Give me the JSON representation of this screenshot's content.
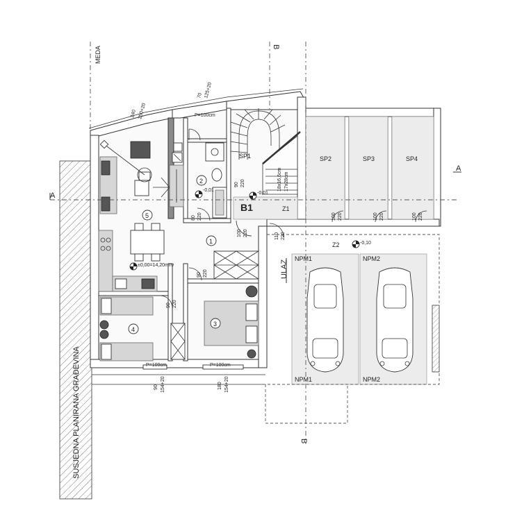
{
  "labels": {
    "meda": "MEDA",
    "section_a": "A",
    "section_b": "B",
    "sp1": "SP1",
    "sp2": "SP2",
    "sp3": "SP3",
    "sp4": "SP4",
    "b1": "B1",
    "z1": "Z1",
    "z2": "Z2",
    "ulaz": "ULAZ",
    "npm1": "NPM1",
    "npm2": "NPM2",
    "neighbor": "SUSJEDNA PLANIRANA GRAĐEVINA"
  },
  "rooms": {
    "r1": "1",
    "r2": "2",
    "r3": "3",
    "r4": "4",
    "r5": "5"
  },
  "levels": {
    "main": "±0,00=14,20mnv",
    "bath": "-0,01",
    "stair": "-0,01",
    "z2": "-0,10"
  },
  "dims": {
    "win_top_1": "240",
    "win_top_1b": "250+20",
    "win_top_2": "70",
    "win_top_2b": "125+20",
    "p_top": "P=100cm",
    "stairs_1": "18x16,6cm",
    "stairs_2": "17x28cm",
    "d_bath_1": "80",
    "d_bath_2": "220",
    "d_wc_1": "90",
    "d_wc_2": "220",
    "d_b1_1": "100",
    "d_b1_2": "220",
    "d_b1r_1": "110",
    "d_b1r_2": "220",
    "d_sp_1": "100",
    "d_sp_2": "220",
    "d_r4_1": "90",
    "d_r4_2": "220",
    "d_r3_1": "90",
    "d_r3_2": "220",
    "p_bottom_1": "P=100cm",
    "p_bottom_2": "P=100cm",
    "win_bot_1": "90",
    "win_bot_1b": "154+20",
    "win_bot_2": "180",
    "win_bot_2b": "154+20"
  }
}
